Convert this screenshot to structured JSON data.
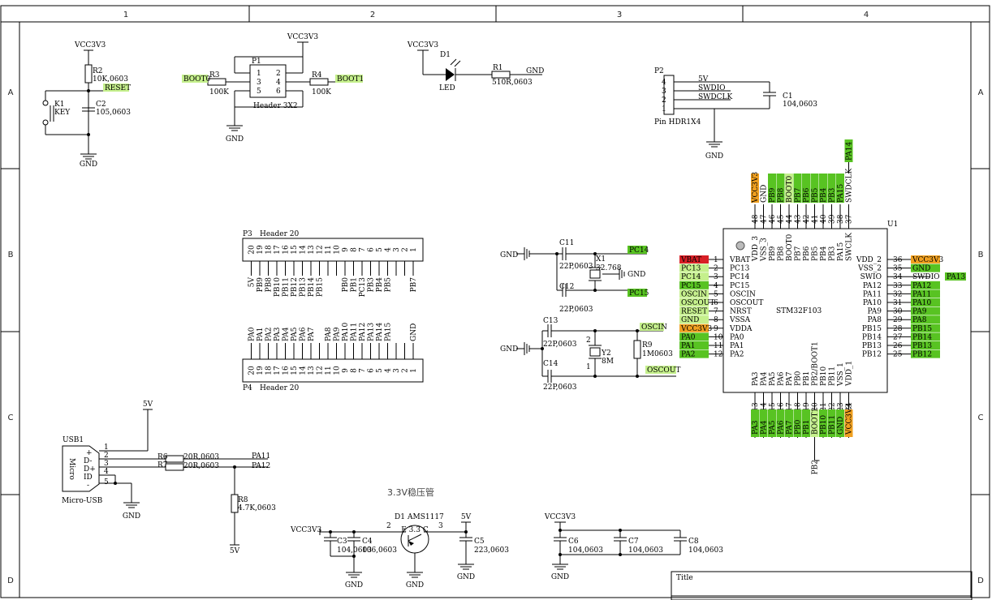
{
  "border": {
    "cols": [
      "1",
      "2",
      "3",
      "4"
    ],
    "rows": [
      "A",
      "B",
      "C",
      "D"
    ]
  },
  "colors": {
    "green": "#58c322",
    "light_green": "#c5f08c",
    "orange": "#f0a020",
    "red": "#d81f26"
  },
  "reset_circuit": {
    "vcc": "VCC3V3",
    "r_ref": "R2",
    "r_val": "10K,0603",
    "net": "RESET",
    "k_ref": "K1",
    "k_val": "KEY",
    "c_ref": "C2",
    "c_val": "105,0603",
    "gnd": "GND"
  },
  "boot_header": {
    "vcc": "VCC3V3",
    "ref": "P1",
    "name": "Header 3X2",
    "pins_left": [
      "1",
      "3",
      "5"
    ],
    "pins_right": [
      "2",
      "4",
      "6"
    ],
    "r3_ref": "R3",
    "r3_val": "100K",
    "r4_ref": "R4",
    "r4_val": "100K",
    "net_left": "BOOT0",
    "net_right": "BOOT1",
    "gnd": "GND"
  },
  "led": {
    "vcc": "VCC3V3",
    "ref": "D1",
    "name": "LED",
    "r_ref": "R1",
    "r_val": "510R,0603",
    "gnd": "GND"
  },
  "swd": {
    "ref": "P2",
    "name": "Pin HDR1X4",
    "pins": [
      "4",
      "3",
      "2",
      "1"
    ],
    "nets": [
      "5V",
      "SWDIO",
      "SWDCLK"
    ],
    "c_ref": "C1",
    "c_val": "104,0603",
    "gnd": "GND"
  },
  "p3": {
    "ref": "P3",
    "name": "Header 20",
    "pins": [
      "20",
      "19",
      "18",
      "17",
      "16",
      "15",
      "14",
      "13",
      "12",
      "11",
      "10",
      "9",
      "8",
      "7",
      "6",
      "5",
      "4",
      "3",
      "2",
      "1"
    ],
    "nets": [
      "5V",
      "PB9",
      "PB8",
      "PB10",
      "PB11",
      "PB12",
      "PB13",
      "PB14",
      "PB15",
      "",
      "",
      "PB0",
      "PB1",
      "PC13",
      "PB3",
      "PB4",
      "PB5",
      "",
      "",
      "PB7"
    ]
  },
  "p4": {
    "ref": "P4",
    "name": "Header 20",
    "pins": [
      "20",
      "19",
      "18",
      "17",
      "16",
      "15",
      "14",
      "13",
      "12",
      "11",
      "10",
      "9",
      "8",
      "7",
      "6",
      "5",
      "4",
      "3",
      "2",
      "1"
    ],
    "nets": [
      "PA0",
      "PA1",
      "PA2",
      "PA3",
      "PA4",
      "PA5",
      "PA6",
      "PA7",
      "",
      "PA8",
      "PA9",
      "PA10",
      "PA11",
      "PA12",
      "PA13",
      "PA14",
      "PA15",
      "",
      "",
      "GND"
    ]
  },
  "crystal32": {
    "c11_ref": "C11",
    "c11_val": "22P,0603",
    "c12_ref": "C12",
    "c12_val": "22P,0603",
    "x_ref": "X1",
    "x_val": "32.768",
    "net_a": "PC14",
    "net_b": "PC15",
    "gnd": "GND"
  },
  "crystal8": {
    "c13_ref": "C13",
    "c13_val": "22P,0603",
    "c14_ref": "C14",
    "c14_val": "22P,0603",
    "y_ref": "Y2",
    "y_val": "8M",
    "y_pins": [
      "1",
      "2"
    ],
    "r_ref": "R9",
    "r_val": "1M0603",
    "net_a": "OSCIN",
    "net_b": "OSCOUT",
    "gnd": "GND"
  },
  "mcu": {
    "ref": "U1",
    "name": "STM32F103",
    "left": [
      {
        "num": "1",
        "pin": "VBAT",
        "net": "VBAT",
        "c": "red"
      },
      {
        "num": "2",
        "pin": "PC13",
        "net": "PC13",
        "c": "light_green"
      },
      {
        "num": "3",
        "pin": "PC14",
        "net": "PC14",
        "c": "light_green"
      },
      {
        "num": "4",
        "pin": "PC15",
        "net": "PC15",
        "c": "green"
      },
      {
        "num": "5",
        "pin": "OSCIN",
        "net": "OSCIN",
        "c": "light_green"
      },
      {
        "num": "6",
        "pin": "OSCOUT",
        "net": "OSCOUT",
        "c": "light_green"
      },
      {
        "num": "7",
        "pin": "NRST",
        "net": "RESET",
        "c": "light_green"
      },
      {
        "num": "8",
        "pin": "VSSA",
        "net": "GND",
        "c": "light_green"
      },
      {
        "num": "9",
        "pin": "VDDA",
        "net": "VCC3V3",
        "c": "orange"
      },
      {
        "num": "10",
        "pin": "PA0",
        "net": "PA0",
        "c": "green"
      },
      {
        "num": "11",
        "pin": "PA1",
        "net": "PA1",
        "c": "green"
      },
      {
        "num": "12",
        "pin": "PA2",
        "net": "PA2",
        "c": "green"
      }
    ],
    "right": [
      {
        "num": "36",
        "pin": "VDD_2",
        "net": "VCC3V3",
        "c": "orange"
      },
      {
        "num": "35",
        "pin": "VSS_2",
        "net": "GND",
        "c": "green"
      },
      {
        "num": "34",
        "pin": "SWIO",
        "net": "SWDIO",
        "c": "none"
      },
      {
        "num": "33",
        "pin": "PA12",
        "net": "PA12",
        "c": "green"
      },
      {
        "num": "32",
        "pin": "PA11",
        "net": "PA11",
        "c": "green"
      },
      {
        "num": "31",
        "pin": "PA10",
        "net": "PA10",
        "c": "green"
      },
      {
        "num": "30",
        "pin": "PA9",
        "net": "PA9",
        "c": "green"
      },
      {
        "num": "29",
        "pin": "PA8",
        "net": "PA8",
        "c": "green"
      },
      {
        "num": "28",
        "pin": "PB15",
        "net": "PB15",
        "c": "green"
      },
      {
        "num": "27",
        "pin": "PB14",
        "net": "PB14",
        "c": "green"
      },
      {
        "num": "26",
        "pin": "PB13",
        "net": "PB13",
        "c": "green"
      },
      {
        "num": "25",
        "pin": "PB12",
        "net": "PB12",
        "c": "green"
      }
    ],
    "right_extra": {
      "net": "PA13",
      "c": "green"
    },
    "top": [
      {
        "num": "48",
        "pin": "VDD_3",
        "net": "VCC3V3",
        "c": "orange"
      },
      {
        "num": "47",
        "pin": "VSS_3",
        "net": "GND",
        "c": "none"
      },
      {
        "num": "46",
        "pin": "PB9",
        "net": "PB9",
        "c": "green"
      },
      {
        "num": "45",
        "pin": "PB8",
        "net": "PB8",
        "c": "green"
      },
      {
        "num": "44",
        "pin": "BOOT0",
        "net": "BOOT0",
        "c": "light_green"
      },
      {
        "num": "43",
        "pin": "PB7",
        "net": "PB7",
        "c": "green"
      },
      {
        "num": "42",
        "pin": "PB6",
        "net": "PB6",
        "c": "green"
      },
      {
        "num": "41",
        "pin": "PB5",
        "net": "PB5",
        "c": "green"
      },
      {
        "num": "40",
        "pin": "PB4",
        "net": "PB4",
        "c": "green"
      },
      {
        "num": "39",
        "pin": "PB3",
        "net": "PB3",
        "c": "green"
      },
      {
        "num": "38",
        "pin": "PA15",
        "net": "PA15",
        "c": "green"
      },
      {
        "num": "37",
        "pin": "SWCLK",
        "net": "SWDCLK",
        "c": "none"
      }
    ],
    "top_extra": {
      "net": "PA14",
      "c": "green"
    },
    "bottom": [
      {
        "num": "13",
        "pin": "PA3",
        "net": "PA3",
        "c": "green"
      },
      {
        "num": "14",
        "pin": "PA4",
        "net": "PA4",
        "c": "green"
      },
      {
        "num": "15",
        "pin": "PA5",
        "net": "PA5",
        "c": "green"
      },
      {
        "num": "16",
        "pin": "PA6",
        "net": "PA6",
        "c": "green"
      },
      {
        "num": "17",
        "pin": "PA7",
        "net": "PA7",
        "c": "green"
      },
      {
        "num": "18",
        "pin": "PB0",
        "net": "PB0",
        "c": "green"
      },
      {
        "num": "19",
        "pin": "PB1",
        "net": "PB1",
        "c": "green"
      },
      {
        "num": "20",
        "pin": "PB2/BOOT1",
        "net": "BOOT1",
        "c": "light_green"
      },
      {
        "num": "21",
        "pin": "PB10",
        "net": "PB10",
        "c": "green"
      },
      {
        "num": "22",
        "pin": "PB11",
        "net": "PB11",
        "c": "green"
      },
      {
        "num": "23",
        "pin": "VSS_1",
        "net": "GND",
        "c": "green"
      },
      {
        "num": "24",
        "pin": "VDD_1",
        "net": "VCC3V3",
        "c": "orange"
      }
    ],
    "bottom_extra": "PB2"
  },
  "usb": {
    "ref": "USB1",
    "name": "Micro-USB",
    "body": "Micro",
    "pins": [
      "1",
      "2",
      "3",
      "4",
      "5"
    ],
    "pin_labels": [
      "+",
      "D-",
      "D+",
      "ID",
      "-"
    ],
    "r6_ref": "R6",
    "r6_val": "20R,0603",
    "r7_ref": "R7",
    "r7_val": "20R,0603",
    "net_a": "PA11",
    "net_b": "PA12",
    "r8_ref": "R8",
    "r8_val": "4.7K,0603",
    "v5_top": "5V",
    "v5_bottom": "5V",
    "gnd": "GND"
  },
  "regulator": {
    "title": "3.3V稳压管",
    "vcc": "VCC3V3",
    "ref": "D1",
    "name": "AMS1117",
    "pin_in": "2",
    "pin_out": "3",
    "pins_text": "E 3.3 C",
    "c3_ref": "C3",
    "c3_val": "104,0603",
    "c4_ref": "C4",
    "c4_val": "106,0603",
    "v5": "5V",
    "c5_ref": "C5",
    "c5_val": "223,0603",
    "gnd": "GND"
  },
  "decoupling": {
    "vcc": "VCC3V3",
    "caps": [
      {
        "ref": "C6",
        "val": "104,0603"
      },
      {
        "ref": "C7",
        "val": "104,0603"
      },
      {
        "ref": "C8",
        "val": "104,0603"
      }
    ],
    "gnd": "GND"
  },
  "title_block": {
    "label": "Title"
  }
}
